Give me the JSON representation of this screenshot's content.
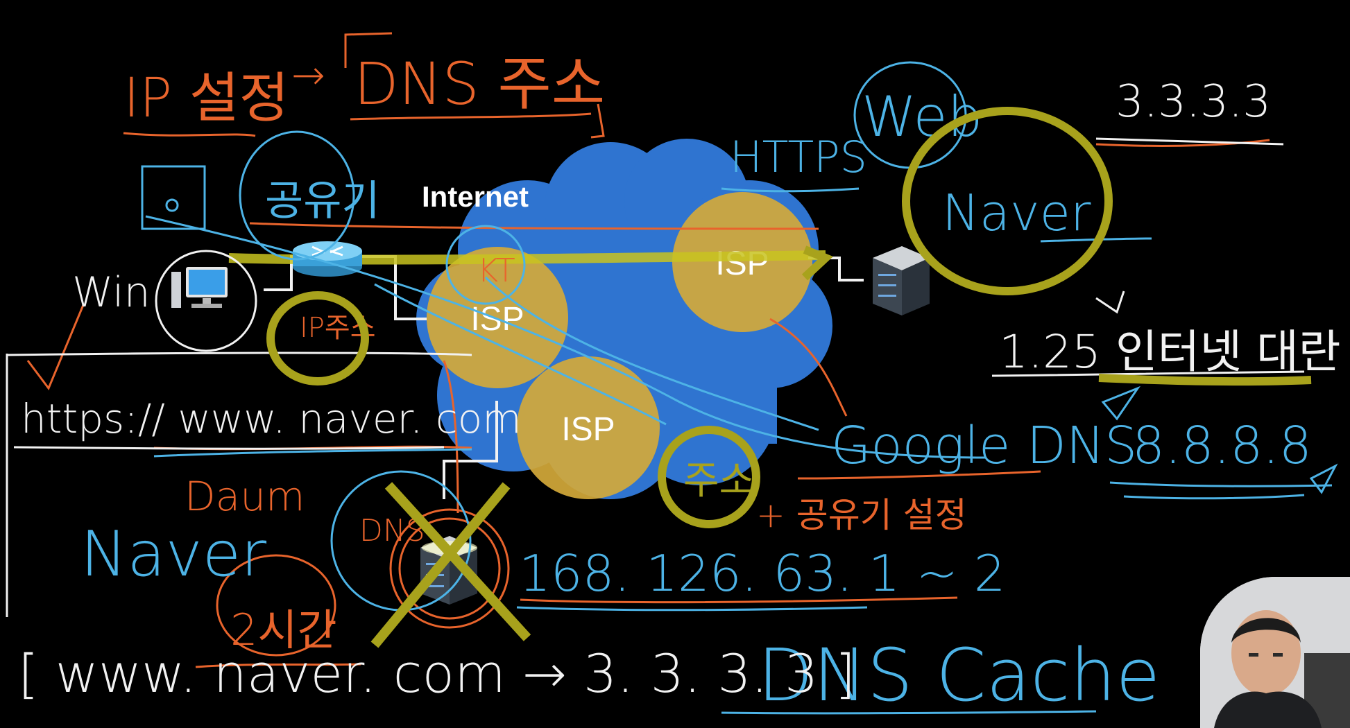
{
  "labels": {
    "internet": "Internet",
    "isp_a": "ISP",
    "isp_b": "ISP",
    "isp_c": "ISP",
    "ip_setting": "IP 설정",
    "dns_addr_top": "DNS 주소",
    "repeater": "공유기",
    "win": "Win",
    "ip_addr": "IP주소",
    "url": "https:// www. naver. com",
    "kt": "KT",
    "https": "HTTPS",
    "web": "Web",
    "naver_server": "Naver",
    "server_ip": "3.3.3.3",
    "internet_big": "1.25 인터넷 대란",
    "google_dns": "Google DNS",
    "google_ip": "8.8.8.8",
    "daum": "Daum",
    "naver_left": "Naver",
    "dns_circle": "DNS",
    "kt_dns_ip": "168. 126. 63. 1 ~ 2",
    "addr_circle": "주소",
    "free_repeater": "+ 공유기 설정",
    "twenty_k": "2시간",
    "cache_entry": "[ www. naver. com → 3. 3. 3. 3 ]",
    "dns_cache": "DNS Cache"
  },
  "colors": {
    "background": "#000000",
    "cloud": "#2f74d0",
    "isp": "#d4a93a",
    "orange_ink": "#e8642c",
    "blue_ink": "#4db3e6",
    "white_ink": "#f2f2f2",
    "olive_ink": "#a8a21c"
  },
  "icons": {
    "pc": "desktop-computer-icon",
    "router": "router-icon",
    "server_web": "server-icon",
    "server_dns": "server-icon"
  }
}
